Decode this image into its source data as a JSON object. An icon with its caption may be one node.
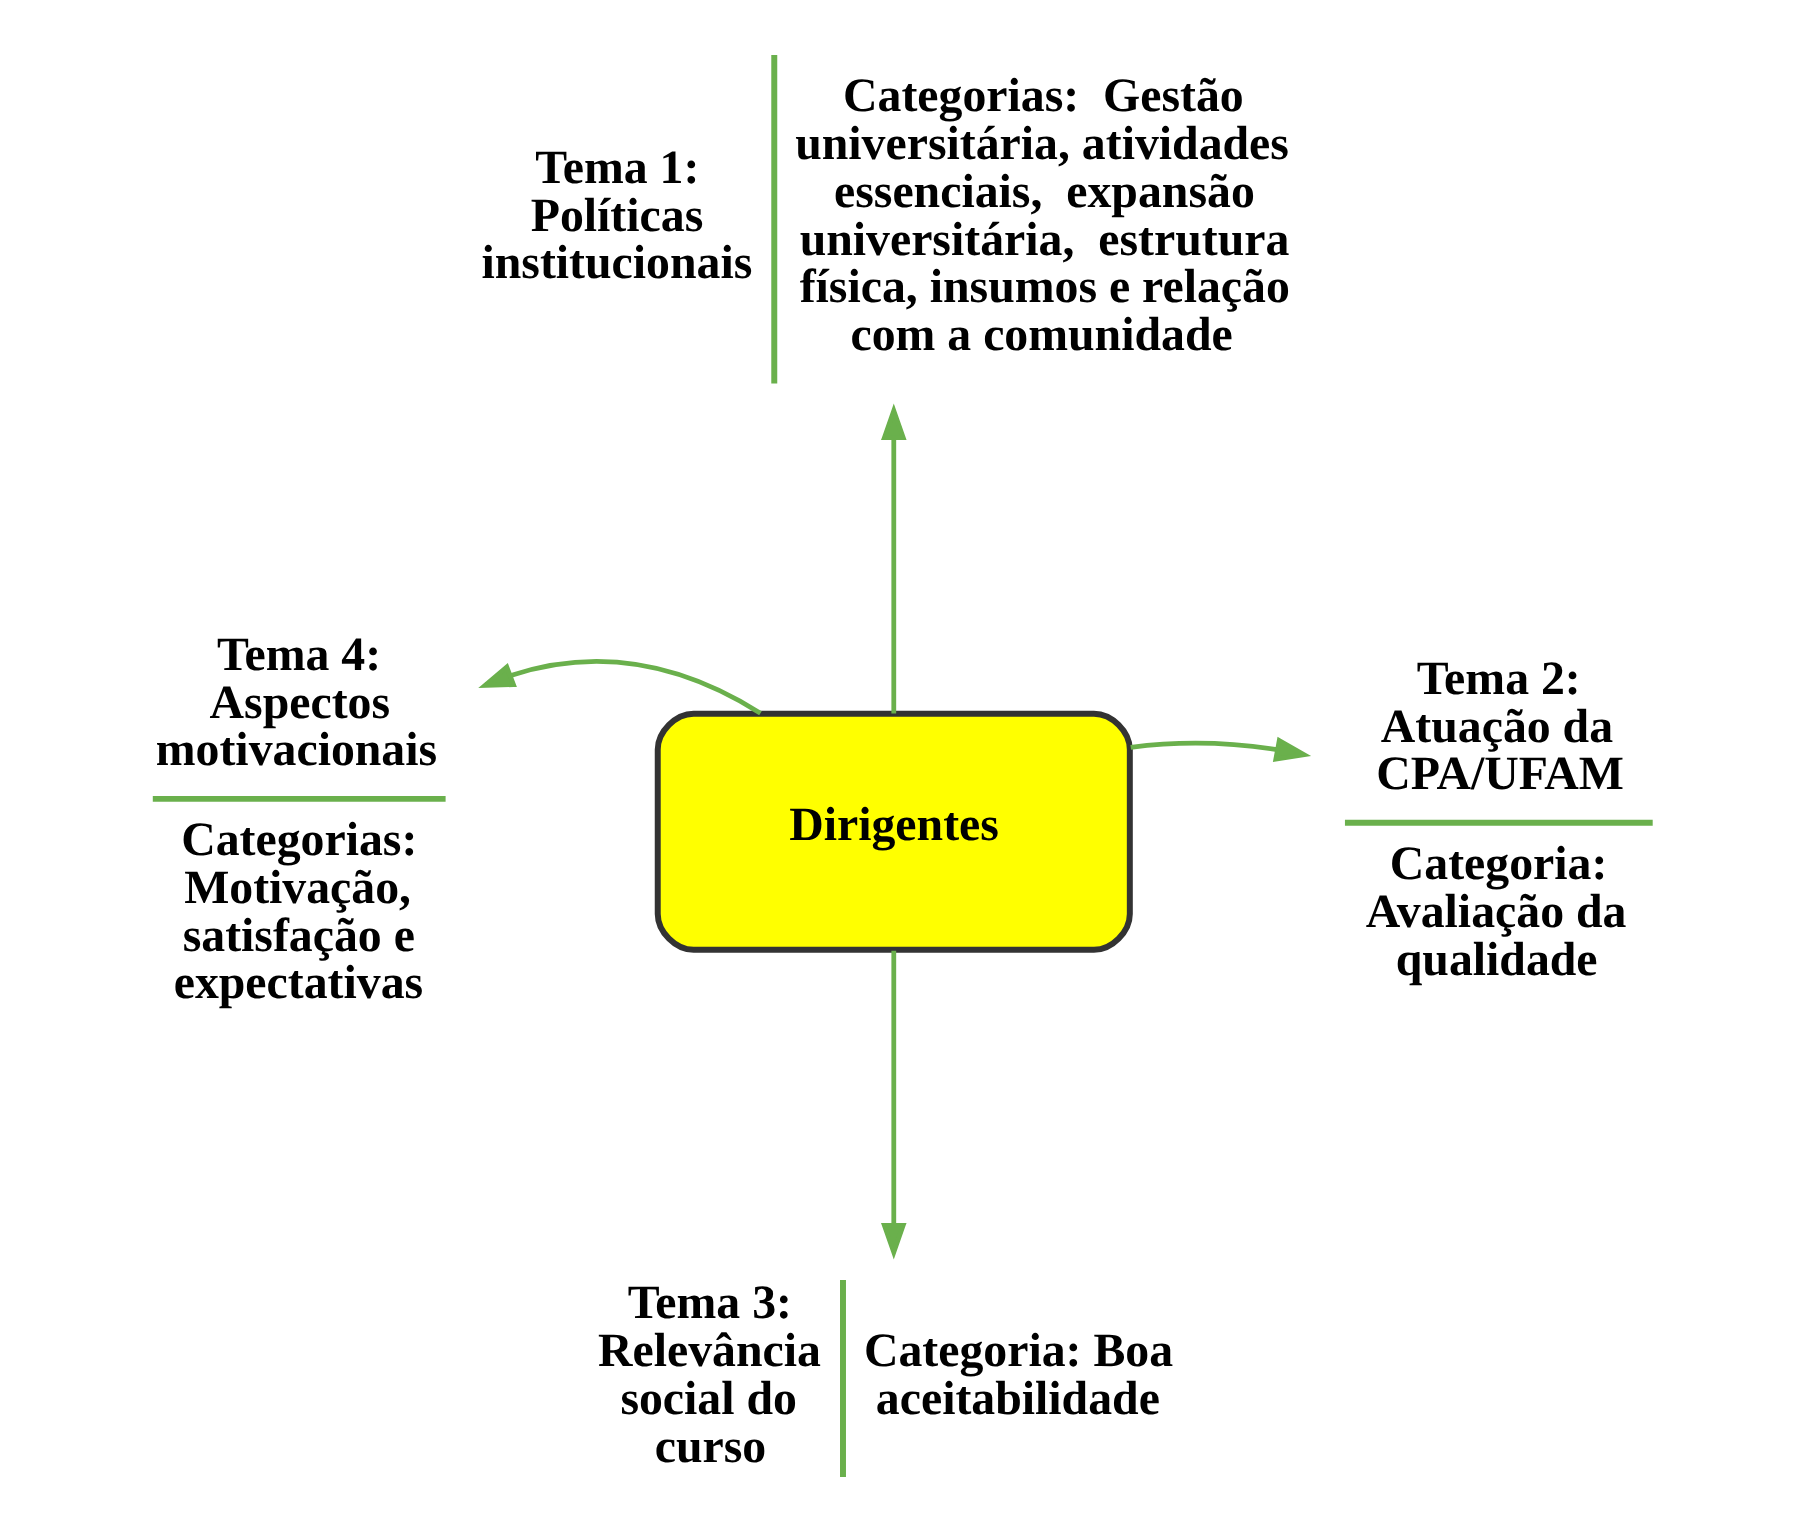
{
  "diagram": {
    "nodes": [
      {
        "text": [
          "Dirigentes"
        ]
      },
      {
        "text": [
          "Tema 1: Políticas institucionais",
          "Categorias:  Gestão universitária, atividades essenciais,  expansão universitária,  estrutura física, insumos e relação com a comunidade"
        ]
      },
      {
        "text": [
          "Tema 2: Atuação da CPA/UFAM",
          "Categoria: Avaliação da qualidade"
        ]
      },
      {
        "text": [
          "Tema 3: Relevância social do curso",
          "Categoria: Boa aceitabilidade"
        ]
      },
      {
        "text": [
          "Tema 4: Aspectos motivacionais",
          "Categorias: Motivação, satisfação e expectativas"
        ]
      }
    ],
    "edges": [
      {
        "from": 0,
        "to": 1,
        "arrow": "to"
      },
      {
        "from": 0,
        "to": 2,
        "arrow": "to"
      },
      {
        "from": 0,
        "to": 3,
        "arrow": "to"
      },
      {
        "from": 0,
        "to": 4,
        "arrow": "to"
      }
    ]
  }
}
